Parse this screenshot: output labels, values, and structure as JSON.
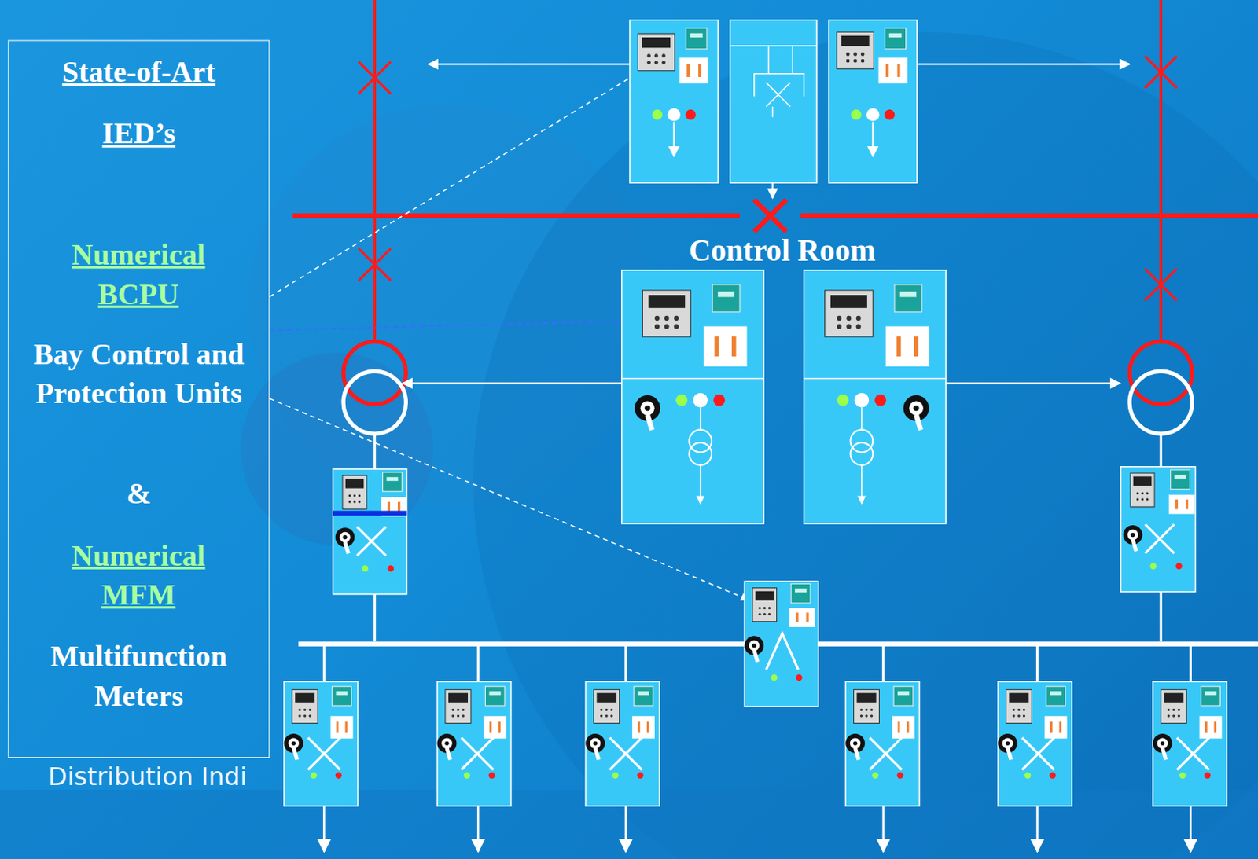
{
  "diagram": {
    "nodes": [
      {
        "text": [
          "State-of-Art",
          "IED’s",
          "Numerical BCPU",
          "Bay Control and Protection Units",
          "&",
          "Numerical MFM",
          "Multifunction Meters"
        ]
      }
    ],
    "labels": [
      "Control Room",
      "Distribution Indi"
    ]
  }
}
